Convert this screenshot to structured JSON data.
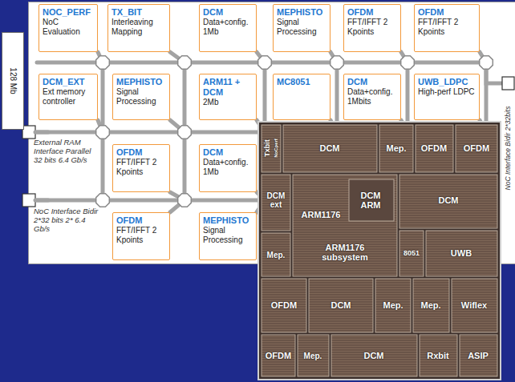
{
  "diagram": {
    "nodes": [
      {
        "text": [
          "128 Mb"
        ]
      },
      {
        "text": [
          "NOC_PERF",
          "NoC Evaluation"
        ]
      },
      {
        "text": [
          "TX_BIT",
          "Interleaving Mapping"
        ]
      },
      {
        "text": [
          "DCM",
          "Data+config. 1Mb"
        ]
      },
      {
        "text": [
          "MEPHISTO",
          "Signal Processing"
        ]
      },
      {
        "text": [
          "OFDM",
          "FFT/IFFT 2 Kpoints"
        ]
      },
      {
        "text": [
          "OFDM",
          "FFT/IFFT 2 Kpoints"
        ]
      },
      {
        "text": [
          "DCM_EXT",
          "Ext memory controller"
        ]
      },
      {
        "text": [
          "MEPHISTO",
          "Signal Processing"
        ]
      },
      {
        "text": [
          "ARM11 + DCM",
          "2Mb"
        ]
      },
      {
        "text": [
          "MC8051"
        ]
      },
      {
        "text": [
          "DCM",
          "Data+config. 1Mbits"
        ]
      },
      {
        "text": [
          "UWB_LDPC",
          "High-perf LDPC"
        ]
      },
      {
        "text": [
          "OFDM",
          "FFT/IFFT 2 Kpoints"
        ]
      },
      {
        "text": [
          "DCM",
          "Data+config. 1Mb"
        ]
      },
      {
        "text": [
          "OFDM",
          "FFT/IFFT 2 Kpoints"
        ]
      },
      {
        "text": [
          "MEPHISTO",
          "Signal Processing"
        ]
      }
    ],
    "labels": [
      "External RAM Interface Parallel 32 bits 6.4 Gb/s",
      "NoC Interface Bidir 2*32 bits 2* 6.4 Gb/s",
      "NoC Interface Bidir 2*32bits",
      "Txbit",
      "NoCperf",
      "DCM",
      "Mep.",
      "OFDM",
      "OFDM",
      "DCM ext",
      "ARM1176",
      "DCM ARM",
      "DCM",
      "ARM1176 subsystem",
      "Mep.",
      "8051",
      "UWB",
      "OFDM",
      "DCM",
      "Mep.",
      "Mep.",
      "Wiflex",
      "OFDM",
      "Mep.",
      "DCM",
      "Rxbit",
      "ASIP"
    ]
  }
}
